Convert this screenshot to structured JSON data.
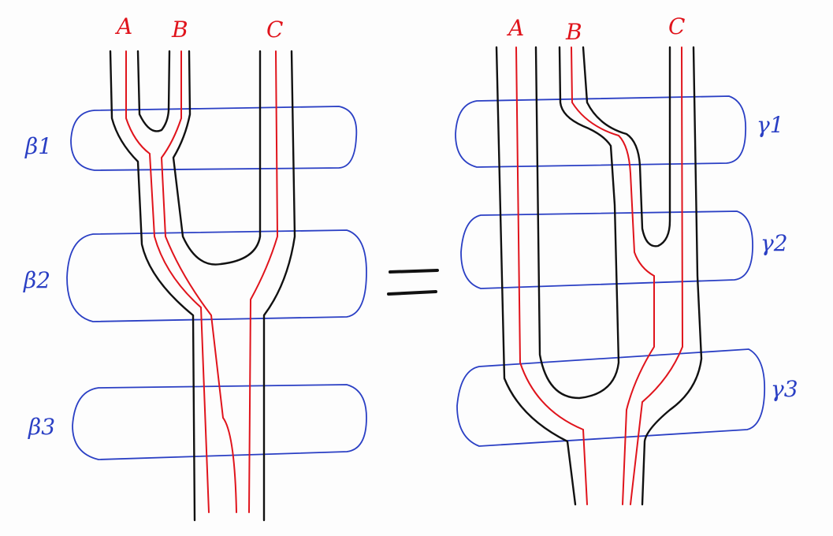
{
  "left_diagram": {
    "strand_labels": [
      "A",
      "B",
      "C"
    ],
    "band_labels": [
      "β1",
      "β2",
      "β3"
    ]
  },
  "right_diagram": {
    "strand_labels": [
      "A",
      "B",
      "C"
    ],
    "band_labels": [
      "γ1",
      "γ2",
      "γ3"
    ]
  },
  "colors": {
    "strand": "#e0141c",
    "band": "#2a3fc4",
    "tube": "#111111"
  }
}
